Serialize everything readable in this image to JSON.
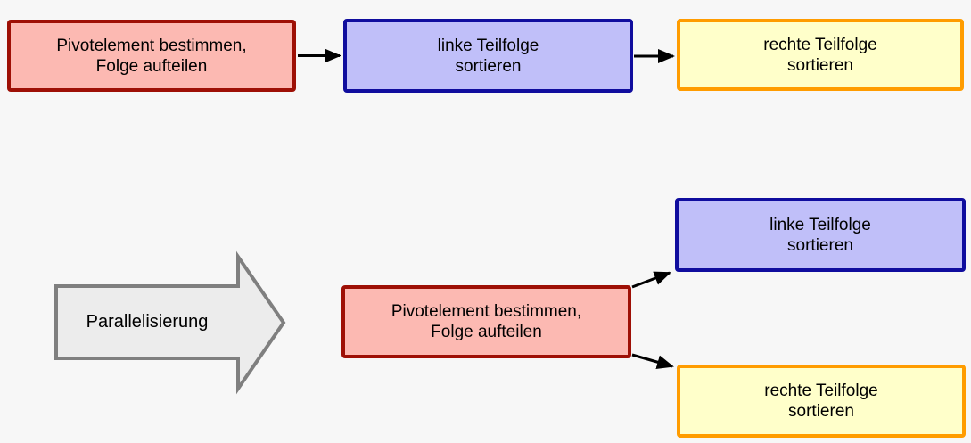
{
  "sequential_flow": {
    "pivot_box": {
      "line1": "Pivotelement bestimmen,",
      "line2": "Folge aufteilen"
    },
    "left_box": {
      "line1": "linke Teilfolge",
      "line2": "sortieren"
    },
    "right_box": {
      "line1": "rechte Teilfolge",
      "line2": "sortieren"
    }
  },
  "transform_arrow": {
    "label": "Parallelisierung"
  },
  "parallel_flow": {
    "pivot_box": {
      "line1": "Pivotelement bestimmen,",
      "line2": "Folge aufteilen"
    },
    "left_box": {
      "line1": "linke Teilfolge",
      "line2": "sortieren"
    },
    "right_box": {
      "line1": "rechte Teilfolge",
      "line2": "sortieren"
    }
  },
  "colors": {
    "background": "#f7f7f7",
    "pivot_fill": "#fcb9b2",
    "pivot_border": "#9e1006",
    "left_fill": "#c0bff9",
    "left_border": "#100d9e",
    "right_fill": "#ffffca",
    "right_border": "#ff9c00",
    "big_arrow_fill": "#ececec",
    "big_arrow_border": "#7f7f7f",
    "connector": "#000000",
    "text": "#000000"
  }
}
